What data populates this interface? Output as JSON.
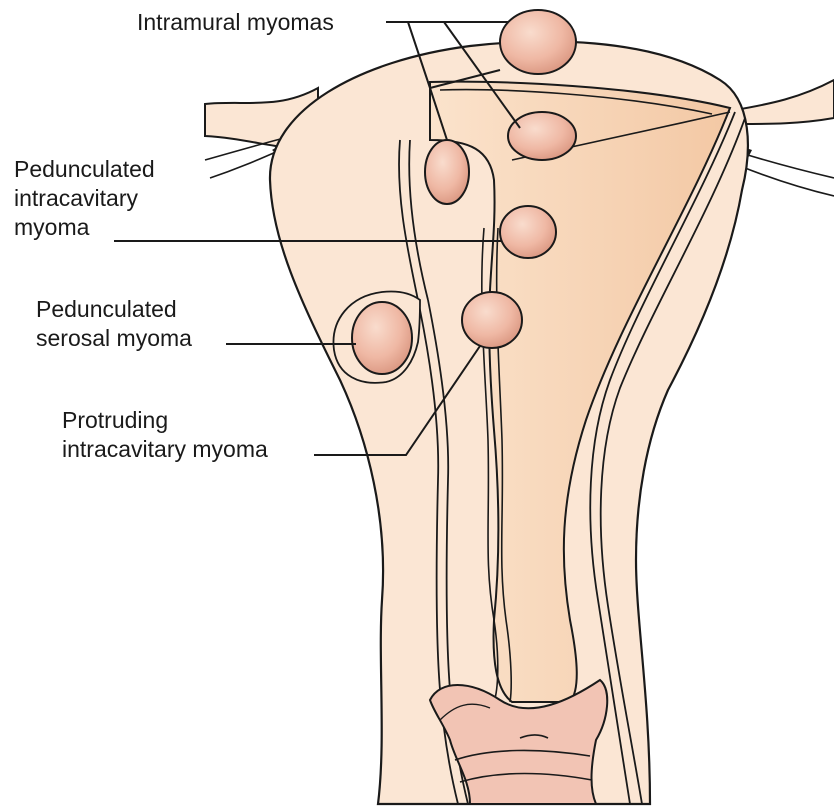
{
  "labels": {
    "intramural": "Intramural myomas",
    "pedunculated_intracavitary": [
      "Pedunculated",
      "intracavitary",
      "myoma"
    ],
    "pedunculated_serosal": [
      "Pedunculated",
      "serosal myoma"
    ],
    "protruding_intracavitary": [
      "Protruding",
      "intracavitary myoma"
    ]
  },
  "colors": {
    "tissue": "#fbe6d4",
    "cavity": "#f6cfae",
    "outline": "#1a1a1a",
    "myoma": "#efb7a4",
    "vagina": "#efc2b2"
  }
}
